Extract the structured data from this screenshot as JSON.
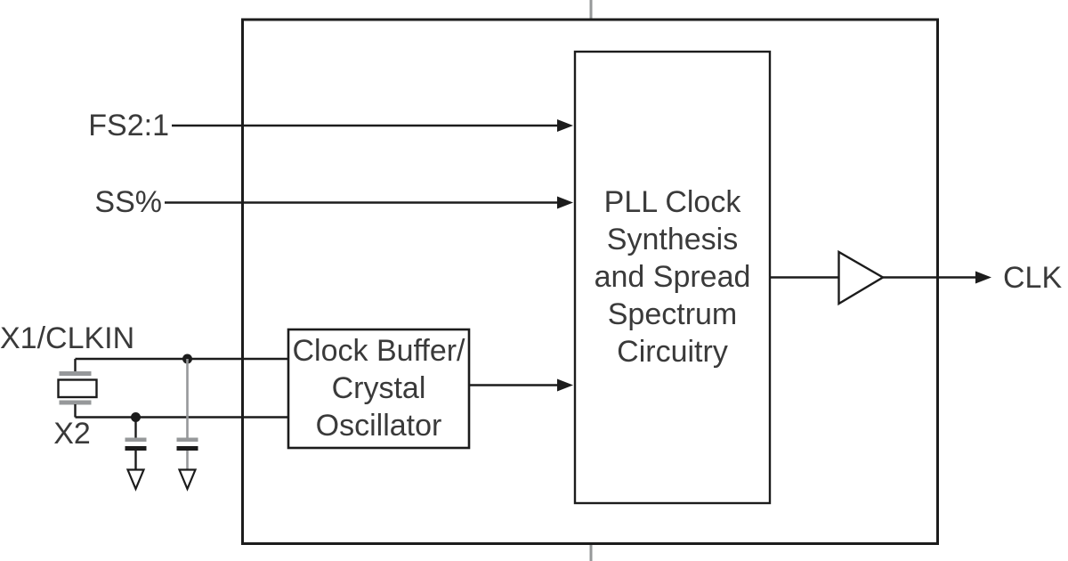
{
  "diagram": {
    "type": "block-diagram",
    "description": "Clock generator chip block diagram with PLL clock synthesis, spread spectrum circuitry and crystal oscillator input",
    "labels": {
      "fs": "FS2:1",
      "ss": "SS%",
      "x1": "X1/CLKIN",
      "x2": "X2",
      "clk": "CLK"
    },
    "pll_box": {
      "lines": [
        "PLL Clock",
        "Synthesis",
        "and Spread",
        "Spectrum",
        "Circuitry"
      ]
    },
    "osc_box": {
      "lines": [
        "Clock Buffer/",
        "Crystal",
        "Oscillator"
      ]
    },
    "symbols": [
      "chip-boundary-box",
      "crystal-icon",
      "load-capacitor-icon",
      "ground-icon",
      "output-buffer-triangle-icon",
      "arrowhead-icon",
      "junction-dot",
      "crop-mark"
    ],
    "colors": {
      "line": "#1c1c1c",
      "text": "#3a3a3a",
      "muted_gray": "#96989a",
      "background": "#ffffff"
    }
  }
}
